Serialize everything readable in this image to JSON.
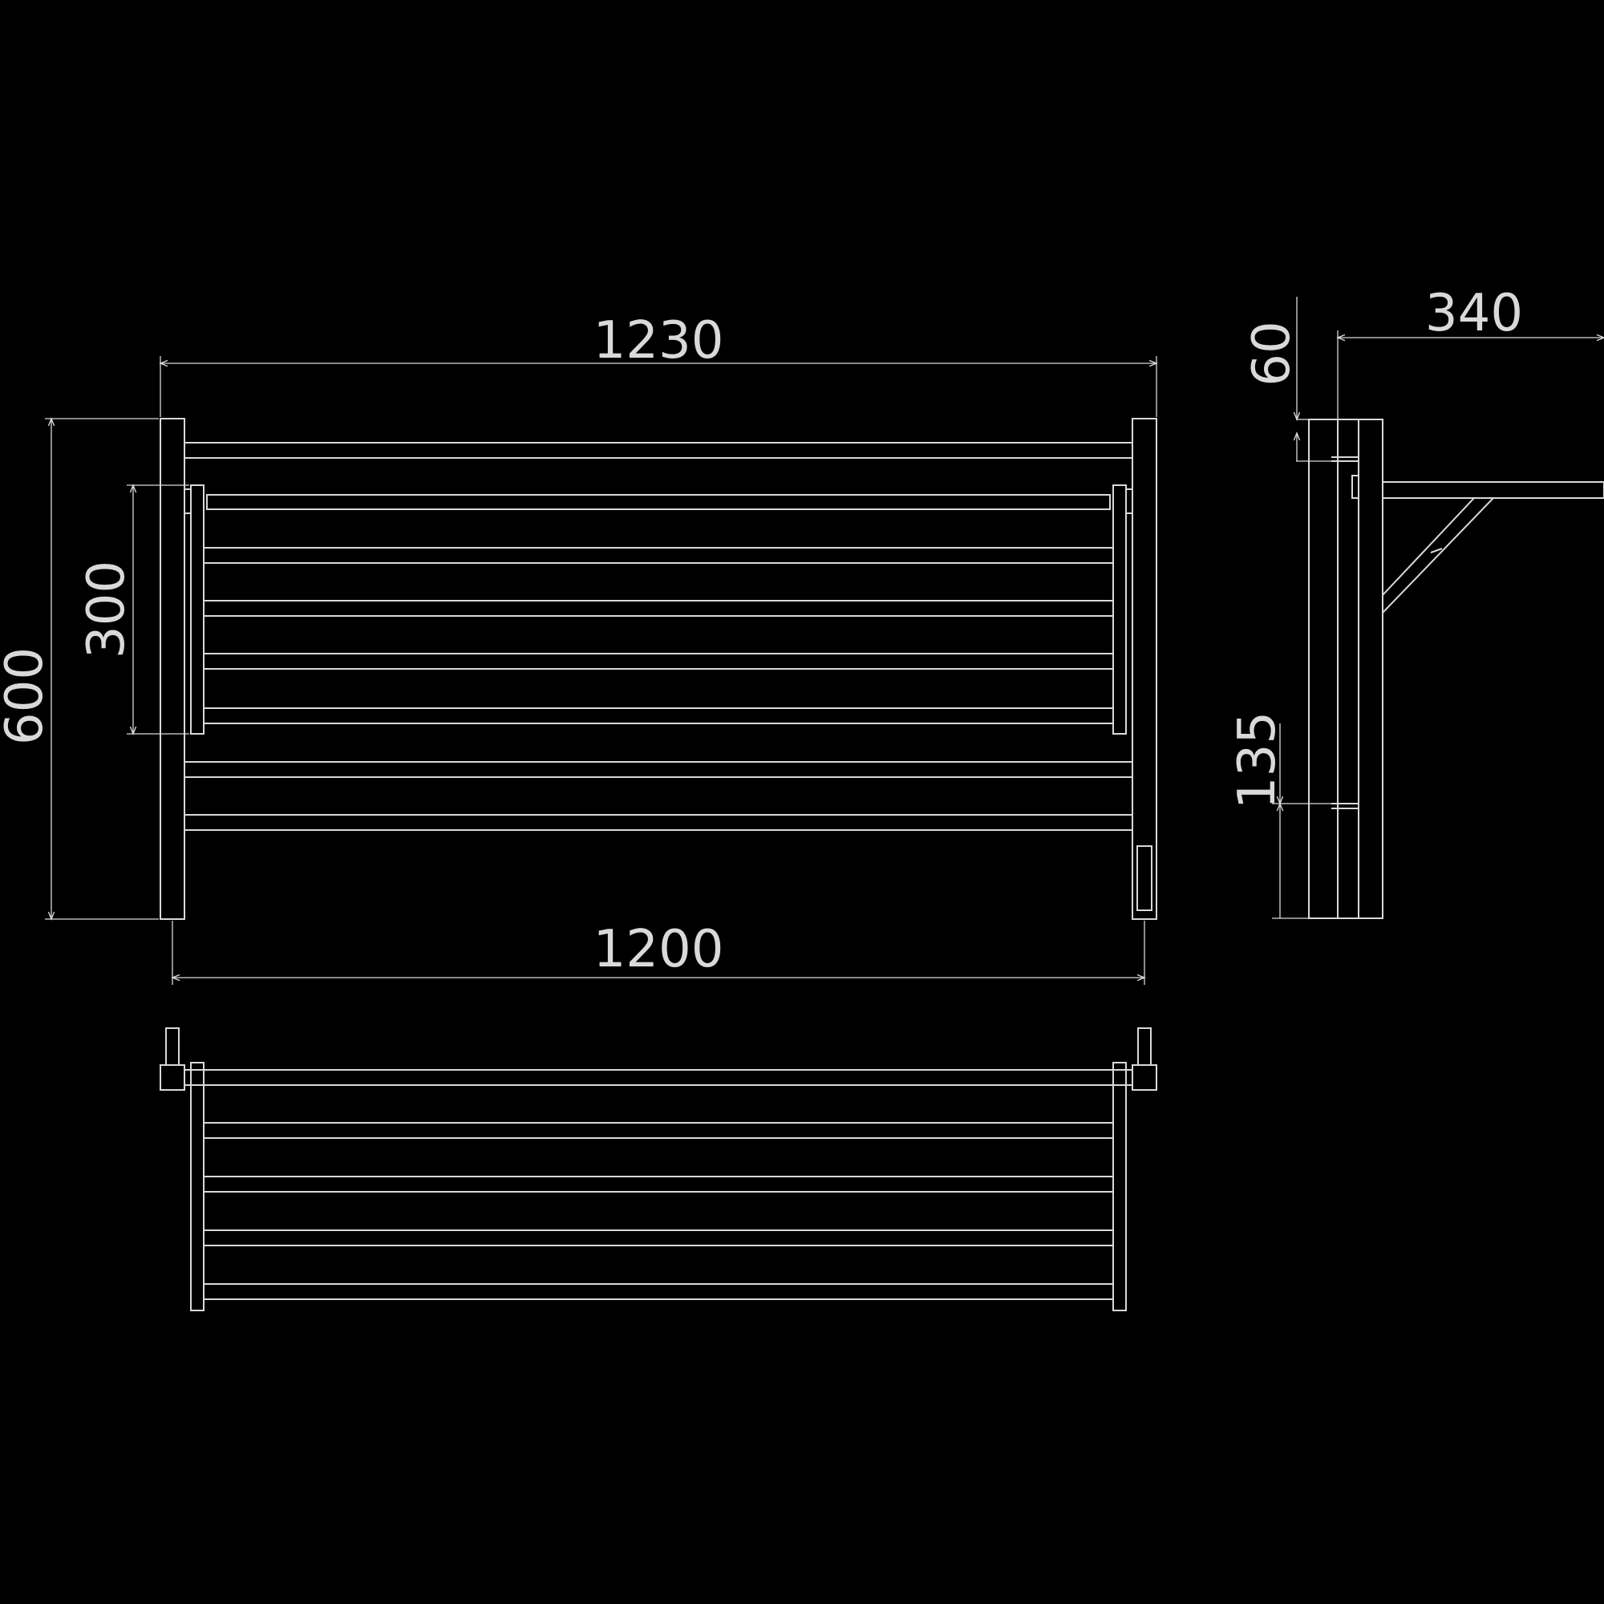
{
  "drawing": {
    "background_color": "#000000",
    "line_color": "#d9d9d9",
    "dimensions": {
      "overall_width": "1230",
      "rail_width": "1200",
      "overall_height": "600",
      "shelf_height": "300",
      "depth": "340",
      "top_offset": "60",
      "bottom_offset": "135"
    }
  }
}
